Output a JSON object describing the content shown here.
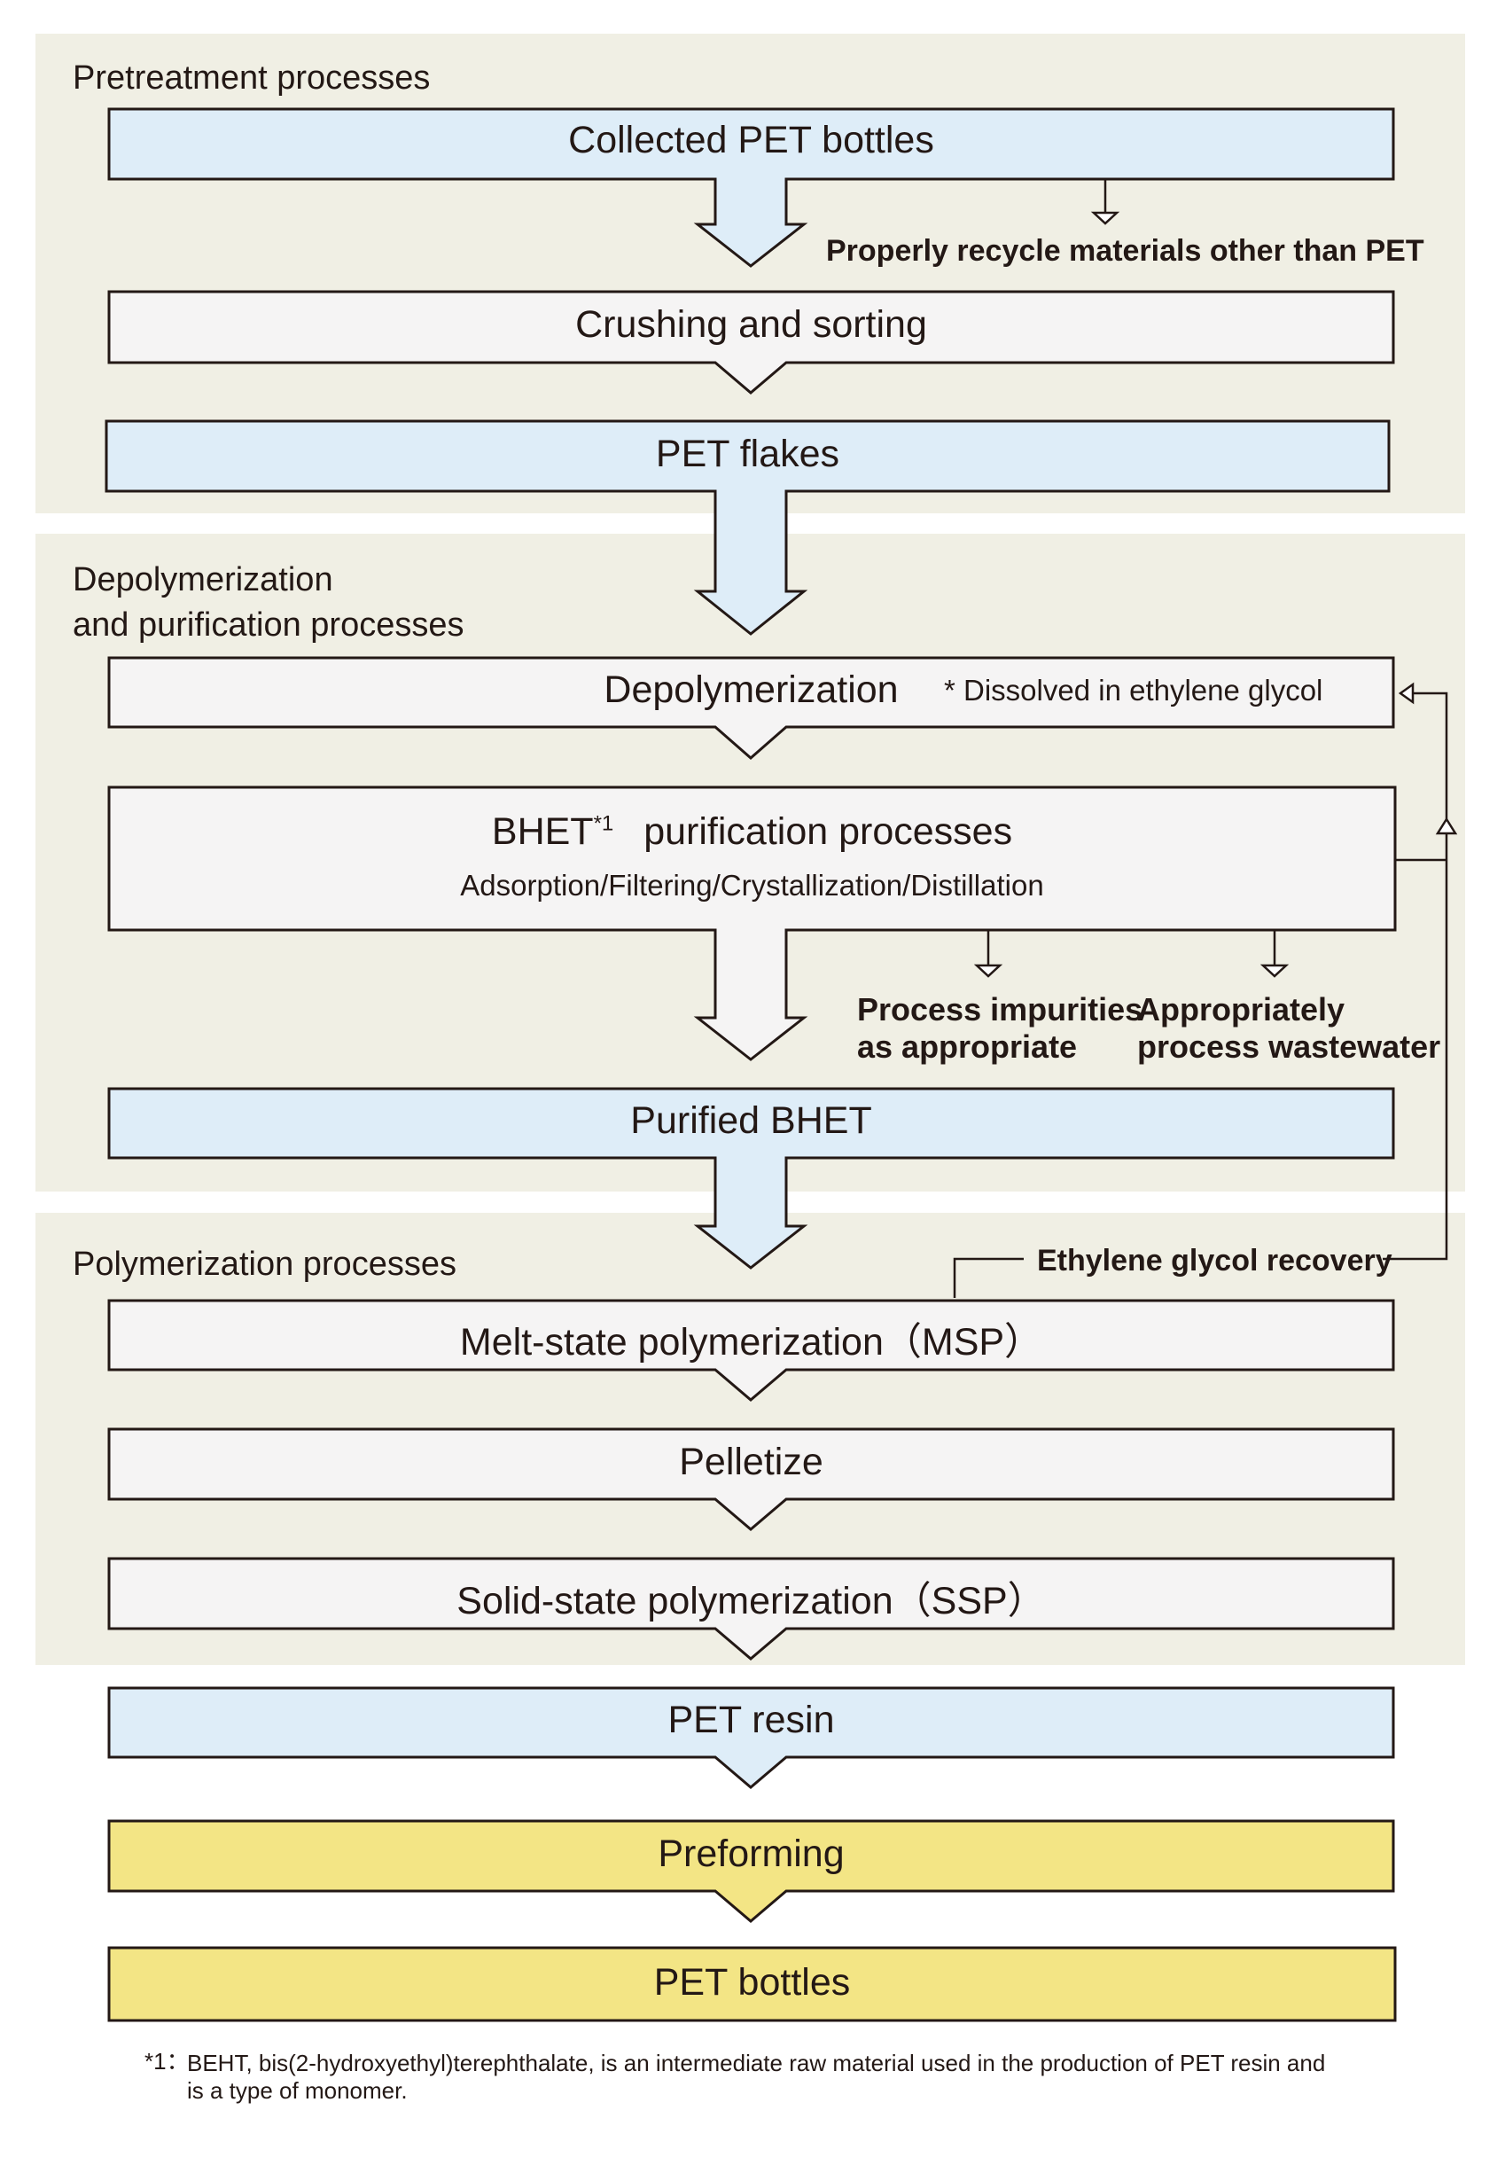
{
  "sections": {
    "pretreatment": "Pretreatment processes",
    "depolymerization_line1": "Depolymerization",
    "depolymerization_line2": "and purification processes",
    "polymerization": "Polymerization processes"
  },
  "boxes": {
    "collected": "Collected PET bottles",
    "crushing": "Crushing and sorting",
    "flakes": "PET flakes",
    "depolymerization": "Depolymerization",
    "depoly_note": "* Dissolved in ethylene glycol",
    "bhet_title": "BHET",
    "bhet_sup": "*1",
    "bhet_title_rest": "purification processes",
    "bhet_sub": "Adsorption/Filtering/Crystallization/Distillation",
    "purified": "Purified BHET",
    "msp": "Melt-state polymerization（MSP）",
    "pelletize": "Pelletize",
    "ssp": "Solid-state polymerization（SSP）",
    "resin": "PET resin",
    "preforming": "Preforming",
    "bottles": "PET bottles"
  },
  "side_notes": {
    "recycle_other": "Properly recycle materials other than PET",
    "impurities_line1": "Process impurities",
    "impurities_line2": "as appropriate",
    "wastewater_line1": "Appropriately",
    "wastewater_line2": "process wastewater",
    "eg_recovery": "Ethylene glycol recovery"
  },
  "footnote": {
    "marker": "*1：",
    "line1": "BEHT, bis(2-hydroxyethyl)terephthalate, is an intermediate raw material used in the production of PET resin and",
    "line2": "is a type of monomer."
  },
  "colors": {
    "section_bg": "#f0efe4",
    "blue_box": "#deedf8",
    "white_box": "#f5f4f4",
    "yellow_box": "#f3e585",
    "stroke": "#231815"
  }
}
